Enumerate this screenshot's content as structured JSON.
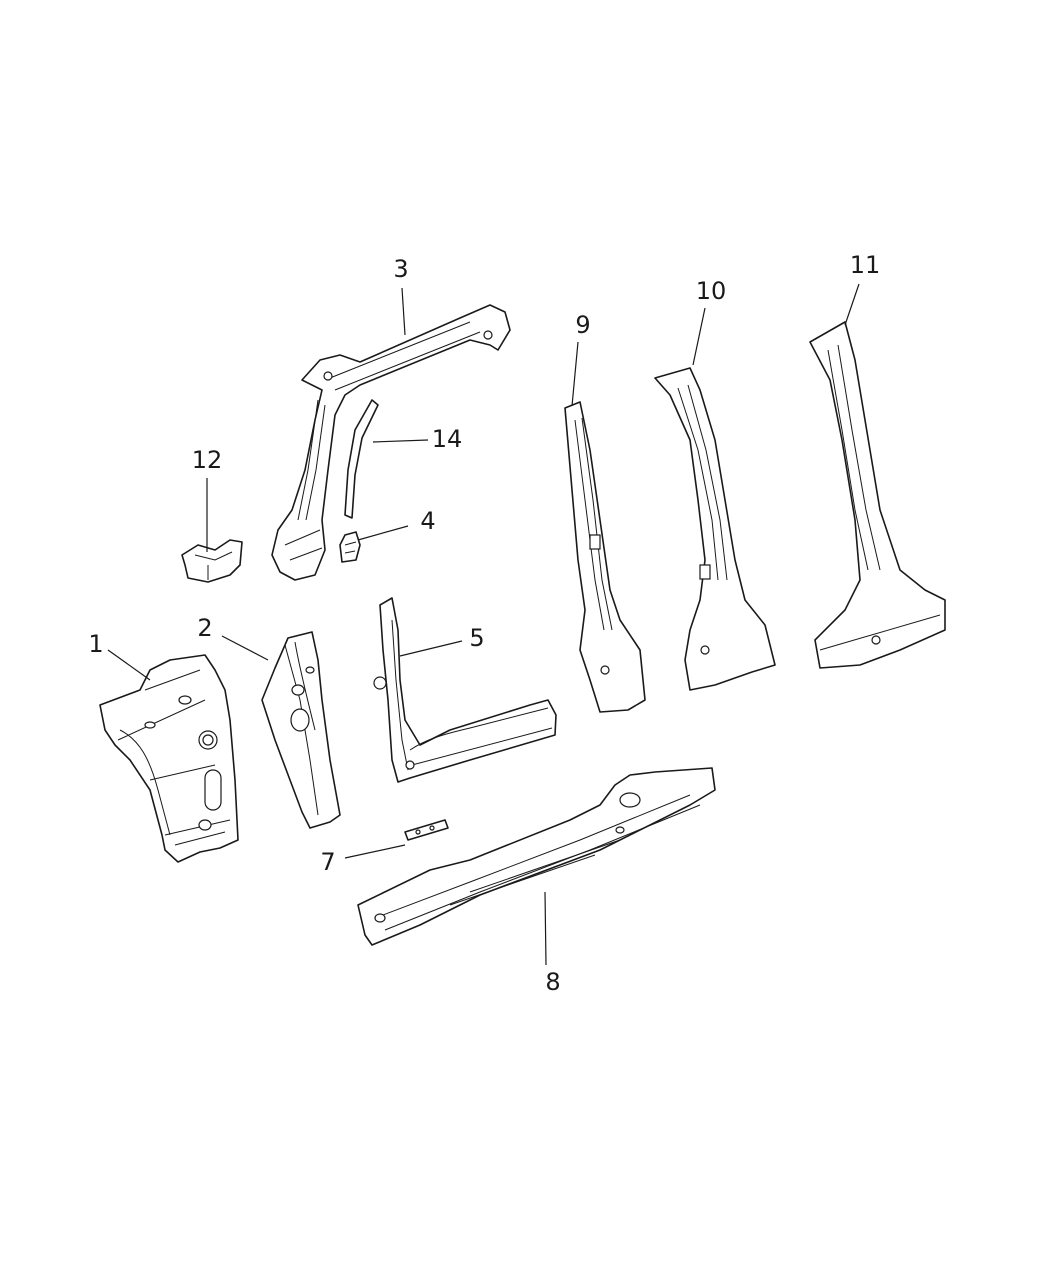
{
  "callouts": {
    "c1": "1",
    "c2": "2",
    "c3": "3",
    "c4": "4",
    "c5": "5",
    "c7": "7",
    "c8": "8",
    "c9": "9",
    "c10": "10",
    "c11": "11",
    "c12": "12",
    "c14": "14"
  }
}
